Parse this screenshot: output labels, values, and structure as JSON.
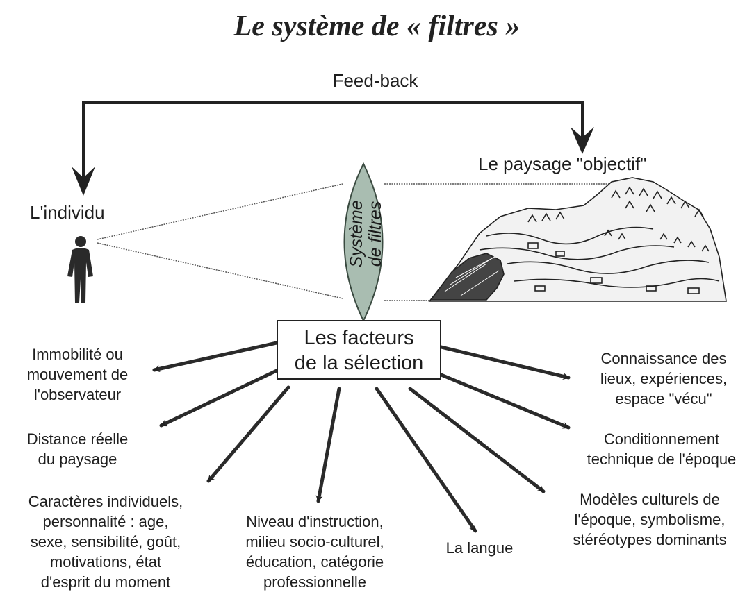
{
  "title": "Le système de « filtres »",
  "feedback": "Feed-back",
  "individual": "L'individu",
  "landscape": "Le paysage \"objectif\"",
  "lens": {
    "line1": "Système",
    "line2": "de filtres"
  },
  "center_box": {
    "line1": "Les facteurs",
    "line2": "de la sélection"
  },
  "factors": [
    {
      "lines": [
        "Immobilité ou",
        "mouvement de",
        "l'observateur"
      ]
    },
    {
      "lines": [
        "Distance réelle",
        "du paysage"
      ]
    },
    {
      "lines": [
        "Caractères individuels,",
        "personnalité : age,",
        "sexe, sensibilité, goût,",
        "motivations, état",
        "d'esprit du moment"
      ]
    },
    {
      "lines": [
        "Niveau d'instruction,",
        "milieu socio-culturel,",
        "éducation, catégorie",
        "professionnelle"
      ]
    },
    {
      "lines": [
        "La langue"
      ]
    },
    {
      "lines": [
        "Modèles culturels de",
        "l'époque, symbolisme,",
        "stéréotypes dominants"
      ]
    },
    {
      "lines": [
        "Conditionnement",
        "technique de l'époque"
      ]
    },
    {
      "lines": [
        "Connaissance des",
        "lieux, expériences,",
        "espace \"vécu\""
      ]
    }
  ],
  "colors": {
    "lens_fill": "#a9bdb1",
    "ink": "#222222"
  }
}
